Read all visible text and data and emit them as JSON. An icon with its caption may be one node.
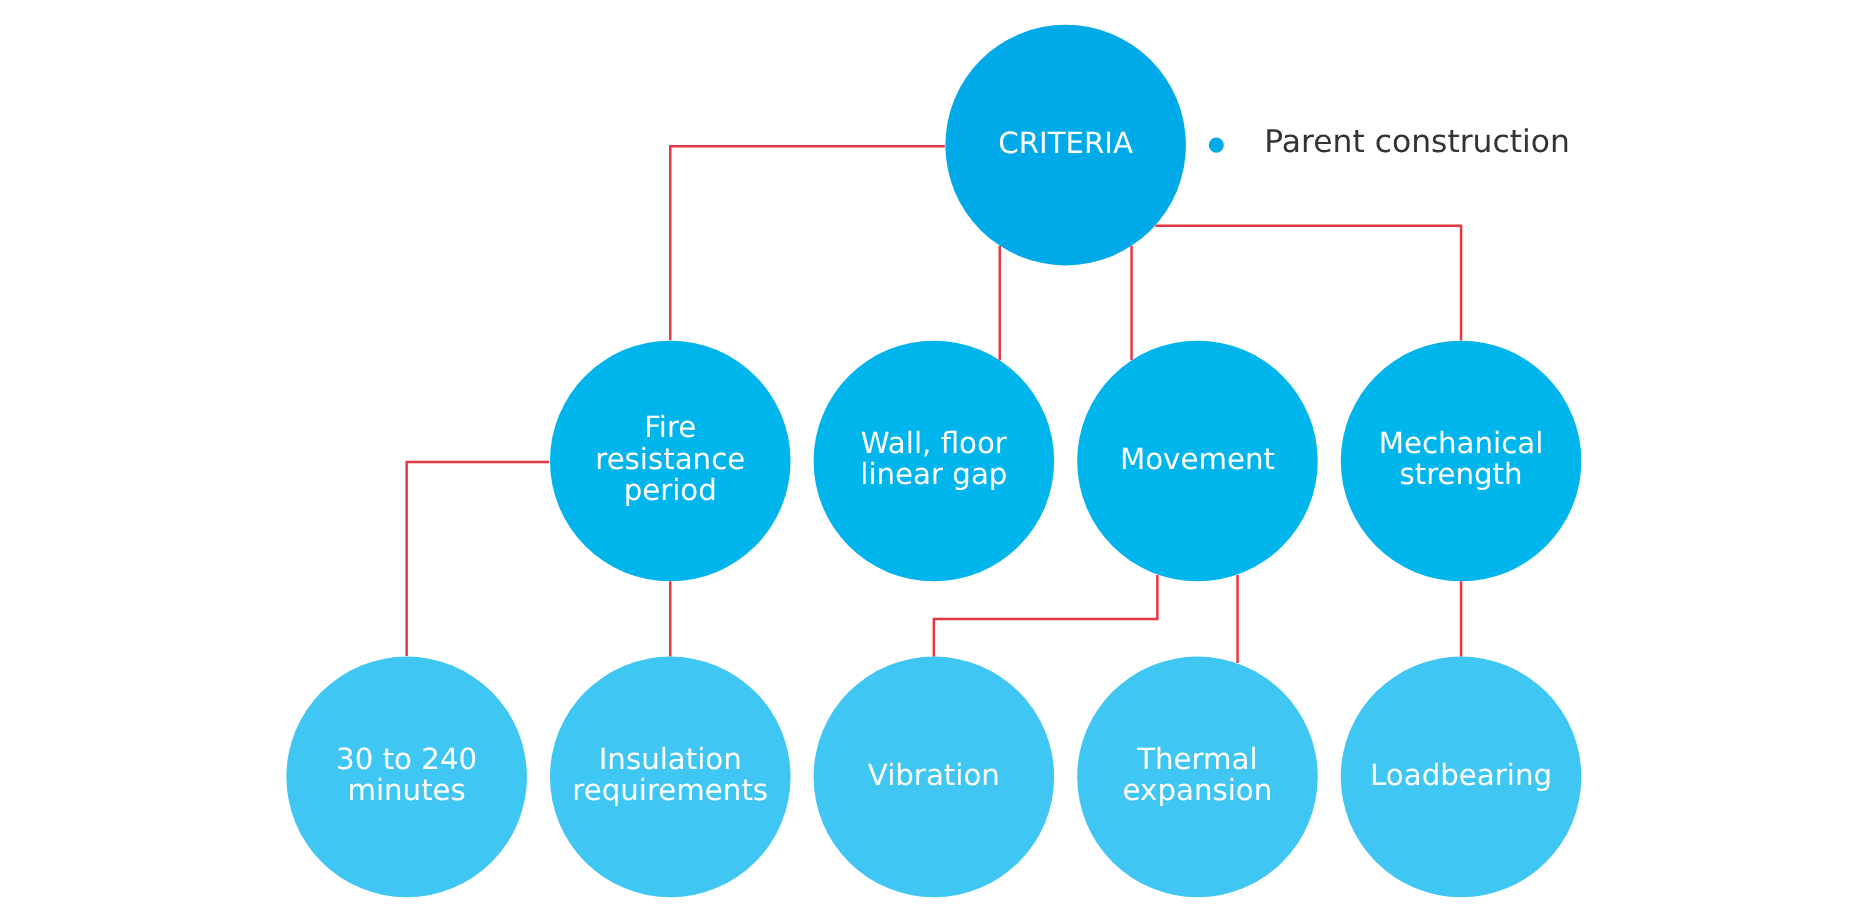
{
  "diagram": {
    "nodes": [
      {
        "text": [
          "CRITERIA"
        ]
      },
      {
        "text": [
          "Fire resistance period"
        ]
      },
      {
        "text": [
          "Wall, floor linear gap"
        ]
      },
      {
        "text": [
          "Movement"
        ]
      },
      {
        "text": [
          "Mechanical strength"
        ]
      },
      {
        "text": [
          "30 to 240 minutes"
        ]
      },
      {
        "text": [
          "Insulation requirements"
        ]
      },
      {
        "text": [
          "Vibration"
        ]
      },
      {
        "text": [
          "Thermal expansion"
        ]
      },
      {
        "text": [
          "Loadbearing"
        ]
      }
    ],
    "edges": [
      {
        "from": 0,
        "to": 1,
        "arrow": "none"
      },
      {
        "from": 0,
        "to": 2,
        "arrow": "none"
      },
      {
        "from": 0,
        "to": 3,
        "arrow": "none"
      },
      {
        "from": 0,
        "to": 4,
        "arrow": "none"
      },
      {
        "from": 1,
        "to": 5,
        "arrow": "none"
      },
      {
        "from": 1,
        "to": 6,
        "arrow": "none"
      },
      {
        "from": 3,
        "to": 7,
        "arrow": "none"
      },
      {
        "from": 3,
        "to": 8,
        "arrow": "none"
      },
      {
        "from": 4,
        "to": 9,
        "arrow": "none"
      }
    ],
    "labels": [
      "Parent construction"
    ]
  }
}
